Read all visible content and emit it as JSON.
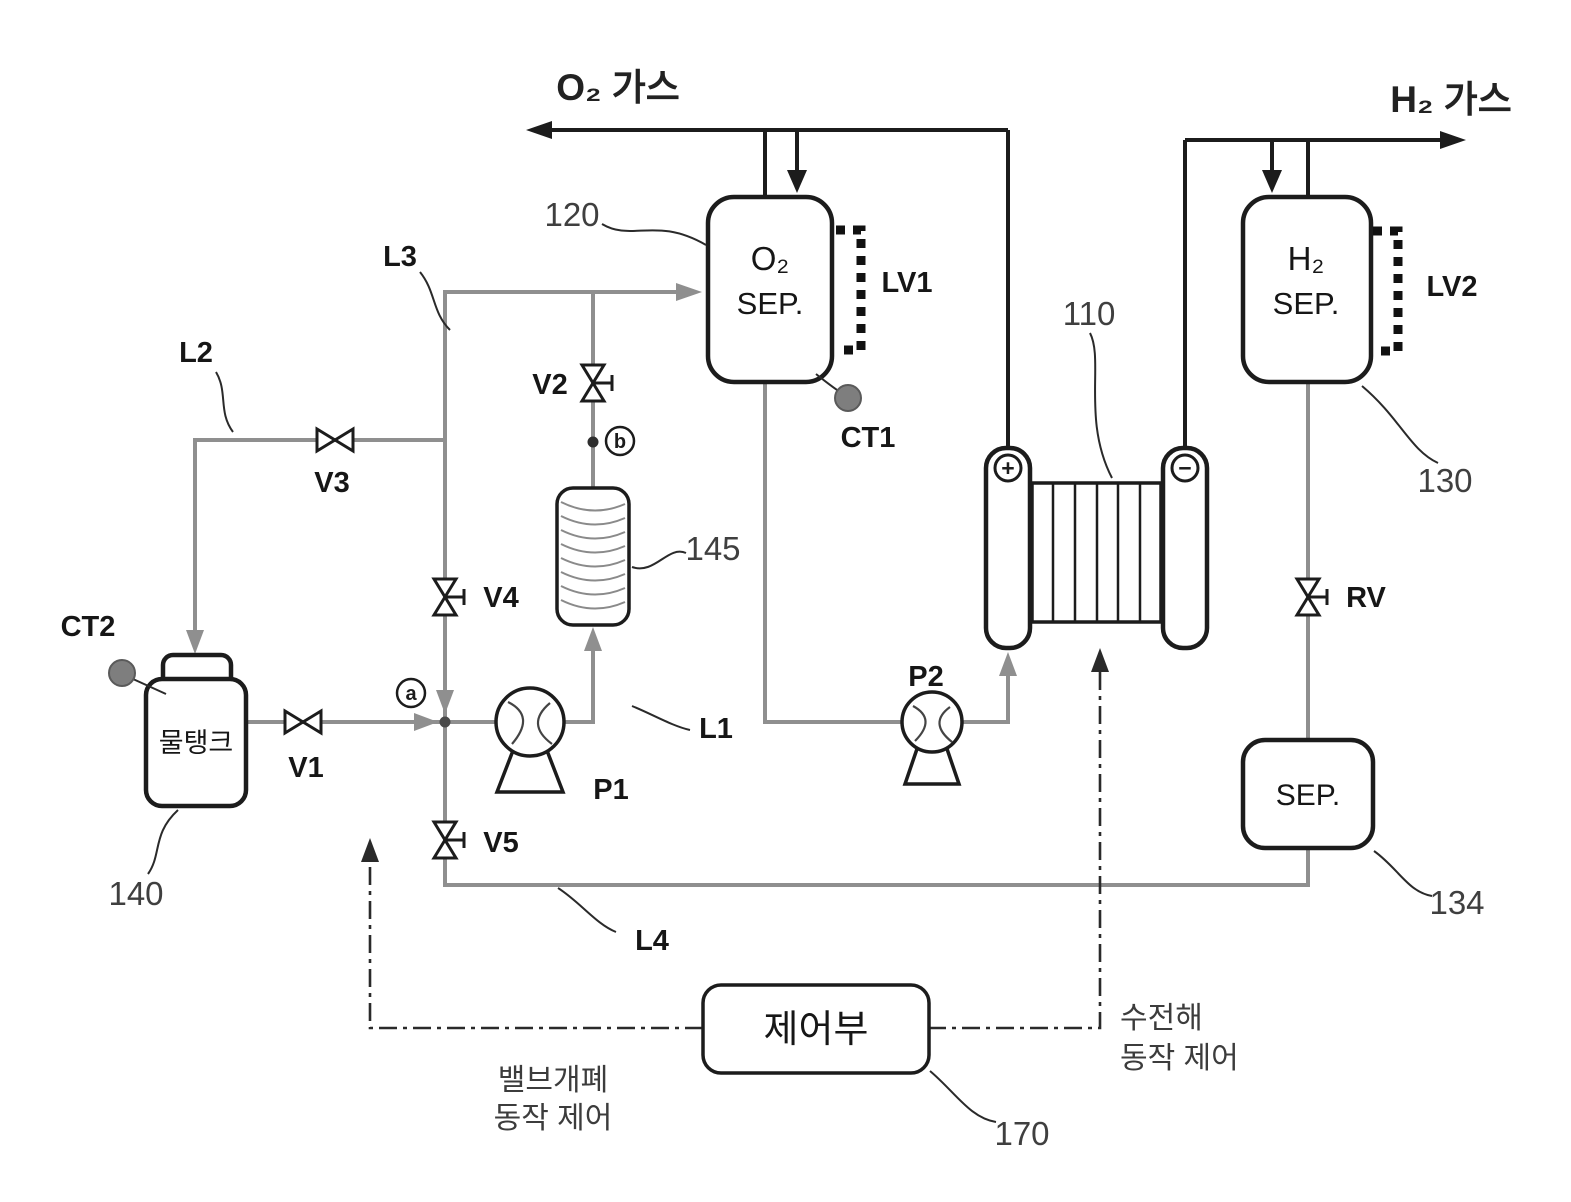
{
  "colors": {
    "ink": "#1c1c1c",
    "water_line": "#8f8f8f",
    "sensor_fill": "#7e7e7e",
    "background": "#ffffff"
  },
  "gas": {
    "o2": "O₂ 가스",
    "h2": "H₂ 가스"
  },
  "boxes": {
    "o2_sep": {
      "line1": "O₂",
      "line2": "SEP."
    },
    "h2_sep": {
      "line1": "H₂",
      "line2": "SEP."
    },
    "sep134": "SEP.",
    "tank": "물탱크",
    "controller": "제어부"
  },
  "refs": {
    "r110": "110",
    "r120": "120",
    "r130": "130",
    "r134": "134",
    "r140": "140",
    "r145": "145",
    "r170": "170"
  },
  "sensors": {
    "lv1": "LV1",
    "lv2": "LV2",
    "ct1": "CT1",
    "ct2": "CT2"
  },
  "valves": {
    "v1": "V1",
    "v2": "V2",
    "v3": "V3",
    "v4": "V4",
    "v5": "V5",
    "rv": "RV"
  },
  "pumps": {
    "p1": "P1",
    "p2": "P2"
  },
  "lines": {
    "l1": "L1",
    "l2": "L2",
    "l3": "L3",
    "l4": "L4"
  },
  "junctions": {
    "a": "a",
    "b": "b"
  },
  "terminals": {
    "plus": "+",
    "minus": "−"
  },
  "notes": {
    "valve_control": {
      "line1": "밸브개폐",
      "line2": "동작 제어"
    },
    "electrolysis_control": {
      "line1": "수전해",
      "line2": "동작 제어"
    }
  }
}
